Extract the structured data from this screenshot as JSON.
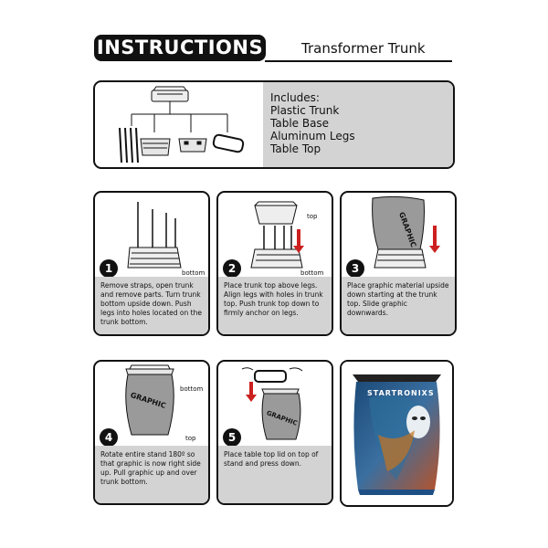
{
  "header": {
    "title": "INSTRUCTIONS",
    "subtitle": "Transformer Trunk"
  },
  "includes": {
    "heading": "Includes:",
    "items": [
      "Plastic Trunk",
      "Table Base",
      "Aluminum Legs",
      "Table Top"
    ]
  },
  "steps": [
    {
      "number": "1",
      "text": "Remove straps, open trunk and remove parts. Turn trunk bottom upside down. Push legs into holes located on the trunk bottom.",
      "labels": [
        "bottom"
      ]
    },
    {
      "number": "2",
      "text": "Place trunk top above legs. Align legs with holes in trunk top. Push trunk top down to firmly anchor on legs.",
      "labels": [
        "top",
        "bottom"
      ]
    },
    {
      "number": "3",
      "text": "Place graphic material upside down starting at the trunk top. Slide graphic downwards.",
      "labels": [
        "GRAPHIC"
      ]
    },
    {
      "number": "4",
      "text": "Rotate entire stand 180º so that graphic is now right side up. Pull graphic up and over trunk bottom.",
      "labels": [
        "GRAPHIC",
        "bottom",
        "top"
      ]
    },
    {
      "number": "5",
      "text": "Place table top lid on top of stand and press down.",
      "labels": [
        "GRAPHIC"
      ]
    }
  ],
  "photo": {
    "brand": "STARTRONIXS"
  },
  "colors": {
    "panel_text_bg": "#d3d3d3",
    "arrow": "#cc1f1f",
    "ink": "#111111"
  }
}
